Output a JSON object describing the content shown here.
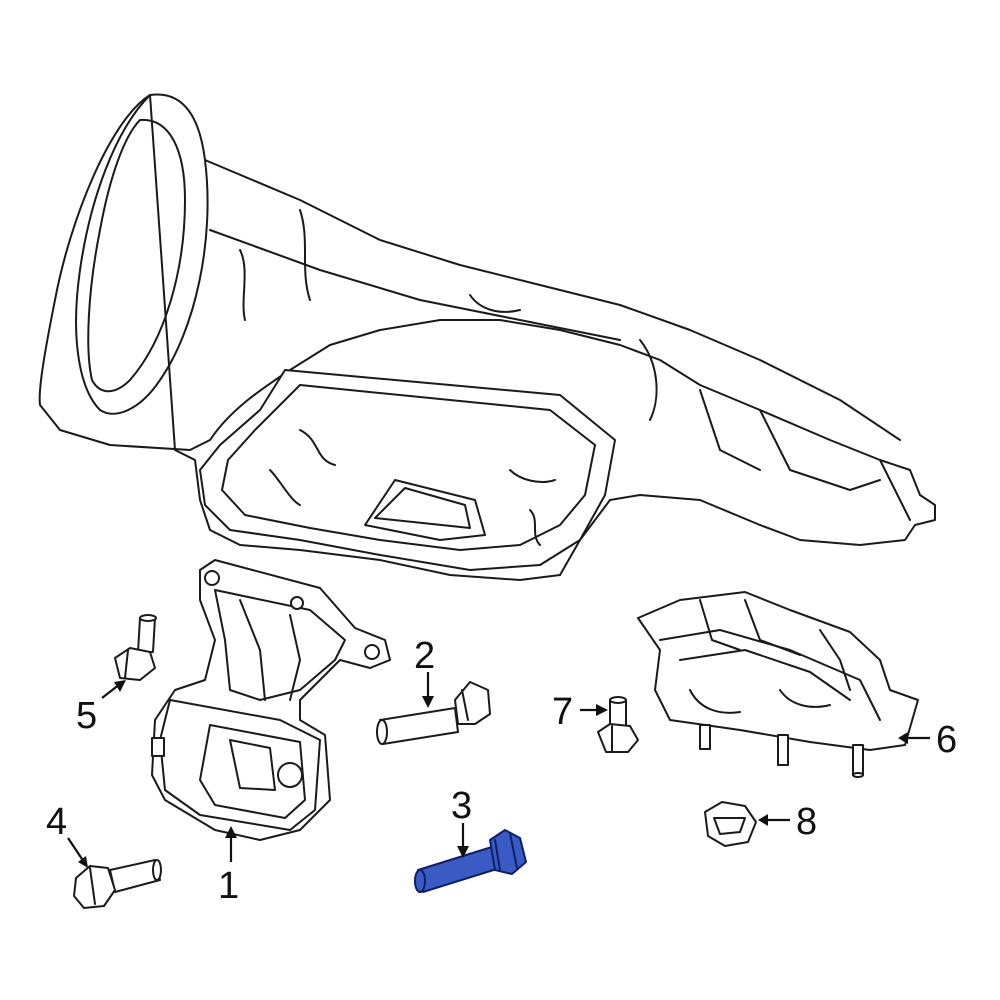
{
  "highlight_color": "#3b5bc4",
  "callouts": [
    {
      "id": "1",
      "label": "1"
    },
    {
      "id": "2",
      "label": "2"
    },
    {
      "id": "3",
      "label": "3"
    },
    {
      "id": "4",
      "label": "4"
    },
    {
      "id": "5",
      "label": "5"
    },
    {
      "id": "6",
      "label": "6"
    },
    {
      "id": "7",
      "label": "7"
    },
    {
      "id": "8",
      "label": "8"
    }
  ],
  "highlighted_part": "3"
}
